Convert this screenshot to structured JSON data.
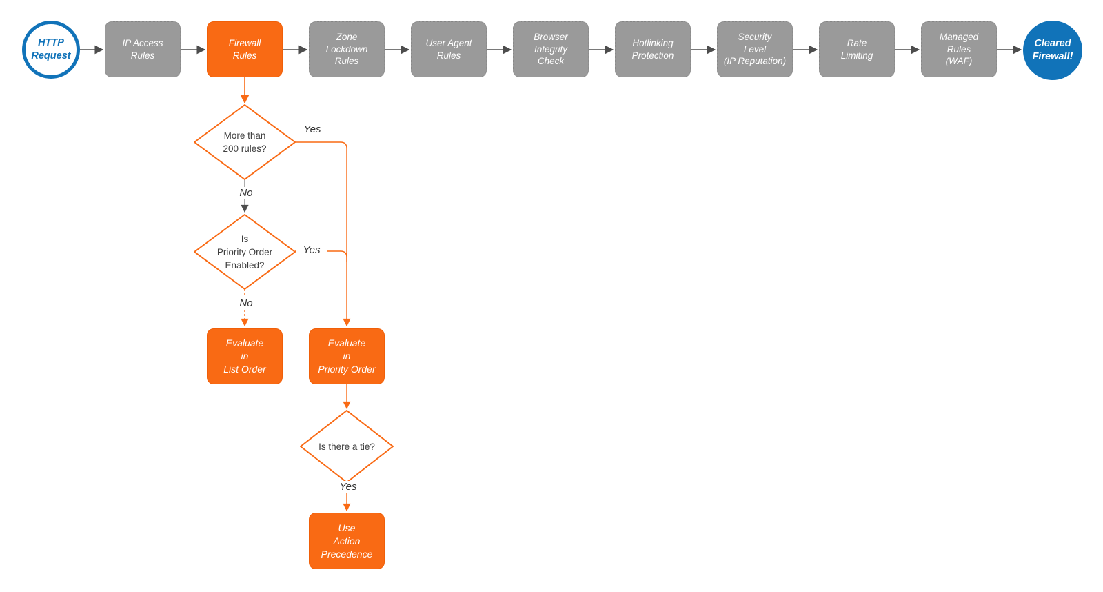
{
  "pipeline": {
    "start": {
      "label": "HTTP\nRequest"
    },
    "stages": [
      {
        "id": "ip-access-rules",
        "label": "IP Access\nRules"
      },
      {
        "id": "firewall-rules",
        "label": "Firewall\nRules",
        "highlighted": true
      },
      {
        "id": "zone-lockdown-rules",
        "label": "Zone\nLockdown\nRules"
      },
      {
        "id": "user-agent-rules",
        "label": "User Agent\nRules"
      },
      {
        "id": "browser-integrity-check",
        "label": "Browser\nIntegrity\nCheck"
      },
      {
        "id": "hotlinking-protection",
        "label": "Hotlinking\nProtection"
      },
      {
        "id": "security-level",
        "label": "Security\nLevel\n(IP Reputation)"
      },
      {
        "id": "rate-limiting",
        "label": "Rate\nLimiting"
      },
      {
        "id": "managed-rules-waf",
        "label": "Managed\nRules\n(WAF)"
      }
    ],
    "end": {
      "label": "Cleared\nFirewall!"
    }
  },
  "decisions": [
    {
      "id": "more-than-200-rules",
      "label": "More than\n200 rules?",
      "yes": "Yes",
      "no": "No"
    },
    {
      "id": "priority-order-enabled",
      "label": "Is\nPriority Order\nEnabled?",
      "yes": "Yes",
      "no": "No"
    },
    {
      "id": "is-there-a-tie",
      "label": "Is there a tie?",
      "yes": "Yes"
    }
  ],
  "processes": [
    {
      "id": "evaluate-in-list-order",
      "label": "Evaluate\nin\nList Order"
    },
    {
      "id": "evaluate-in-priority-order",
      "label": "Evaluate\nin\nPriority Order"
    },
    {
      "id": "use-action-precedence",
      "label": "Use\nAction\nPrecedence"
    }
  ],
  "colors": {
    "accent_orange": "#f96a14",
    "brand_blue": "#1173b9",
    "stage_gray_fill": "#9a9a9a",
    "connector_gray": "#4d4d4d",
    "diamond_text": "#3f3f3f"
  }
}
